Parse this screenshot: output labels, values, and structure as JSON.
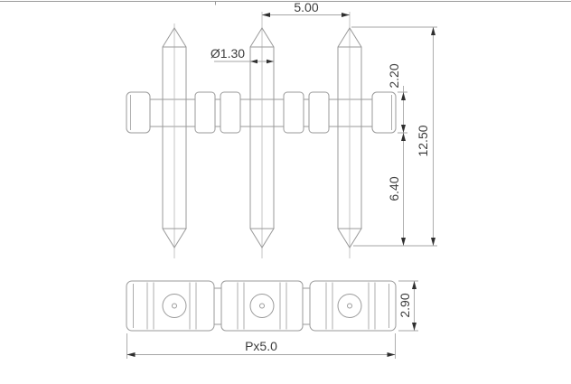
{
  "drawing": {
    "kind": "technical-dimension-drawing",
    "dimensions": {
      "pin_pitch": "5.00",
      "pin_diameter": "Ø1.30",
      "bar_height": "2.20",
      "overall_pin_height": "12.50",
      "pin_length_below_bar": "6.40",
      "strip_depth": "2.90",
      "overall_length": "Px5.0"
    }
  },
  "colors": {
    "background": "#ffffff",
    "line": "#9a9a9a",
    "dimline": "#a6a6a6",
    "centerline": "#b8b8b8",
    "arrow": "#2f2f2f",
    "text": "#3d3d3d"
  }
}
